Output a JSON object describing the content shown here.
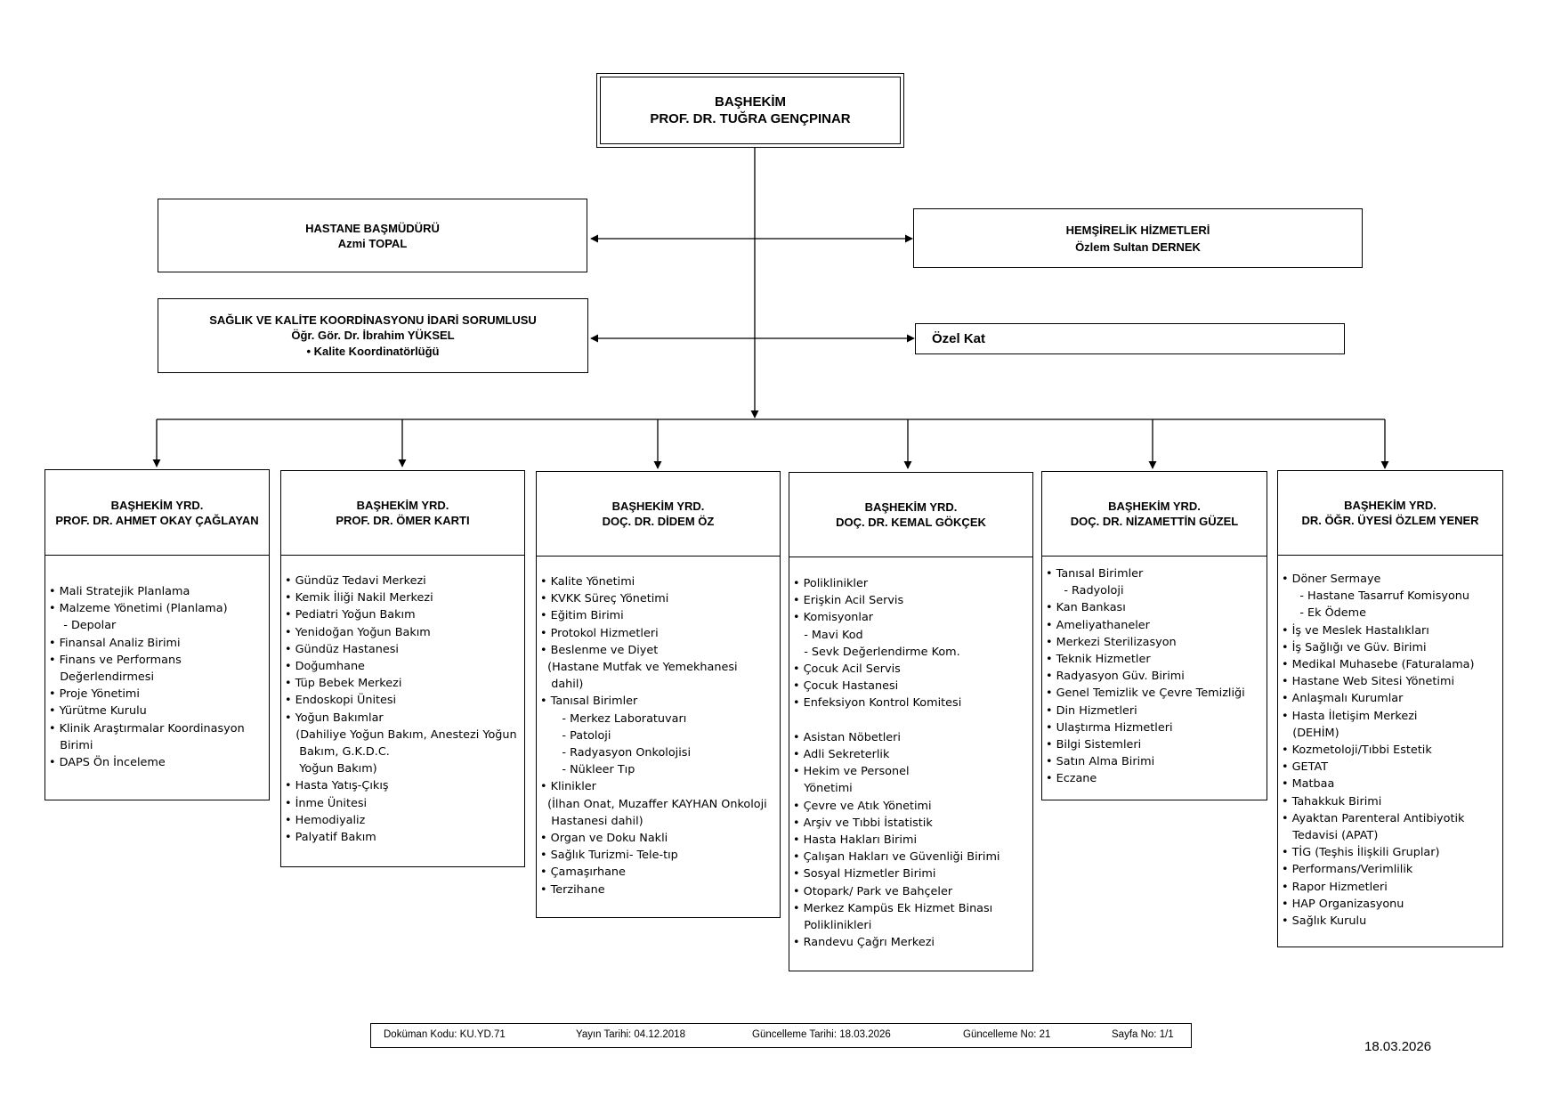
{
  "chief": {
    "title": "BAŞHEKİM",
    "name": "PROF. DR. TUĞRA GENÇPINAR"
  },
  "staff_left": [
    {
      "title": "HASTANE BAŞMÜDÜRÜ",
      "name": "Azmi TOPAL"
    },
    {
      "title": "SAĞLIK VE KALİTE KOORDİNASYONU İDARİ SORUMLUSU",
      "name": "Öğr. Gör. Dr. İbrahim YÜKSEL",
      "sub": "Kalite Koordinatörlüğü"
    }
  ],
  "staff_right": [
    {
      "title": "HEMŞİRELİK HİZMETLERİ",
      "name": "Özlem Sultan DERNEK"
    },
    {
      "title": "Özel Kat"
    }
  ],
  "deputies": [
    {
      "title": "BAŞHEKİM YRD.",
      "name": "PROF. DR. AHMET OKAY ÇAĞLAYAN",
      "items": [
        "• Mali Stratejik Planlama",
        "• Malzeme Yönetimi (Planlama)",
        "    - Depolar",
        "• Finansal Analiz Birimi",
        "• Finans ve Performans",
        "   Değerlendirmesi",
        "• Proje Yönetimi",
        "• Yürütme Kurulu",
        "• Klinik Araştırmalar Koordinasyon",
        "   Birimi",
        "• DAPS Ön İnceleme"
      ]
    },
    {
      "title": "BAŞHEKİM YRD.",
      "name": "PROF. DR. ÖMER KARTI",
      "items": [
        "• Gündüz Tedavi Merkezi",
        "• Kemik İliği Nakil Merkezi",
        "• Pediatri Yoğun Bakım",
        "• Yenidoğan Yoğun Bakım",
        "• Gündüz Hastanesi",
        "• Doğumhane",
        "• Tüp Bebek Merkezi",
        "• Endoskopi Ünitesi",
        "• Yoğun Bakımlar",
        "   (Dahiliye Yoğun Bakım, Anestezi Yoğun",
        "    Bakım, G.K.D.C.",
        "    Yoğun Bakım)",
        "• Hasta Yatış-Çıkış",
        "• İnme Ünitesi",
        "• Hemodiyaliz",
        "• Palyatif Bakım"
      ]
    },
    {
      "title": "BAŞHEKİM YRD.",
      "name": "DOÇ. DR. DİDEM ÖZ",
      "items": [
        "• Kalite Yönetimi",
        "• KVKK Süreç Yönetimi",
        "• Eğitim Birimi",
        "• Protokol Hizmetleri",
        "• Beslenme ve Diyet",
        "  (Hastane Mutfak ve Yemekhanesi",
        "   dahil)",
        "• Tanısal Birimler",
        "      - Merkez Laboratuvarı",
        "      - Patoloji",
        "      - Radyasyon Onkolojisi",
        "      - Nükleer Tıp",
        "• Klinikler",
        "  (İlhan Onat, Muzaffer KAYHAN Onkoloji",
        "   Hastanesi dahil)",
        "• Organ ve Doku Nakli",
        "• Sağlık Turizmi- Tele-tıp",
        "• Çamaşırhane",
        "• Terzihane"
      ]
    },
    {
      "title": "BAŞHEKİM YRD.",
      "name": "DOÇ. DR. KEMAL GÖKÇEK",
      "items": [
        "• Poliklinikler",
        "• Erişkin Acil Servis",
        "• Komisyonlar",
        "   - Mavi Kod",
        "   - Sevk Değerlendirme Kom.",
        "• Çocuk Acil Servis",
        "• Çocuk Hastanesi",
        "• Enfeksiyon Kontrol Komitesi",
        "",
        "• Asistan Nöbetleri",
        "• Adli Sekreterlik",
        "• Hekim ve Personel",
        "   Yönetimi",
        "• Çevre ve Atık Yönetimi",
        "• Arşiv ve Tıbbi İstatistik",
        "• Hasta Hakları Birimi",
        "• Çalışan Hakları ve Güvenliği Birimi",
        "• Sosyal Hizmetler Birimi",
        "• Otopark/ Park ve Bahçeler",
        "• Merkez Kampüs Ek Hizmet Binası",
        "   Poliklinikleri",
        "• Randevu Çağrı Merkezi"
      ]
    },
    {
      "title": "BAŞHEKİM YRD.",
      "name": "DOÇ. DR. NİZAMETTİN GÜZEL",
      "items": [
        "• Tanısal Birimler",
        "     - Radyoloji",
        "• Kan Bankası",
        "• Ameliyathaneler",
        "• Merkezi Sterilizasyon",
        "• Teknik Hizmetler",
        "• Radyasyon Güv. Birimi",
        "• Genel Temizlik ve Çevre Temizliği",
        "• Din Hizmetleri",
        "• Ulaştırma Hizmetleri",
        "• Bilgi Sistemleri",
        "• Satın Alma Birimi",
        "• Eczane"
      ]
    },
    {
      "title": "BAŞHEKİM YRD.",
      "name": "DR. ÖĞR. ÜYESİ ÖZLEM YENER",
      "items": [
        "• Döner Sermaye",
        "     - Hastane Tasarruf Komisyonu",
        "     - Ek Ödeme",
        "• İş ve Meslek Hastalıkları",
        "• İş Sağlığı ve Güv. Birimi",
        "• Medikal Muhasebe (Faturalama)",
        "• Hastane Web Sitesi Yönetimi",
        "• Anlaşmalı Kurumlar",
        "• Hasta İletişim Merkezi",
        "   (DEHİM)",
        "• Kozmetoloji/Tıbbi Estetik",
        "• GETAT",
        "• Matbaa",
        "• Tahakkuk Birimi",
        "• Ayaktan Parenteral Antibiyotik",
        "   Tedavisi (APAT)",
        "• TİG (Teşhis İlişkili Gruplar)",
        "• Performans/Verimlilik",
        "• Rapor Hizmetleri",
        "• HAP Organizasyonu",
        "• Sağlık Kurulu"
      ]
    }
  ],
  "footer": {
    "doc_code": "Doküman Kodu: KU.YD.71",
    "pub_date": "Yayın Tarihi: 04.12.2018",
    "update_date": "Güncelleme Tarihi: 18.03.2026",
    "update_no": "Güncelleme No: 21",
    "page": "Sayfa No: 1/1"
  },
  "print_date": "18.03.2026"
}
